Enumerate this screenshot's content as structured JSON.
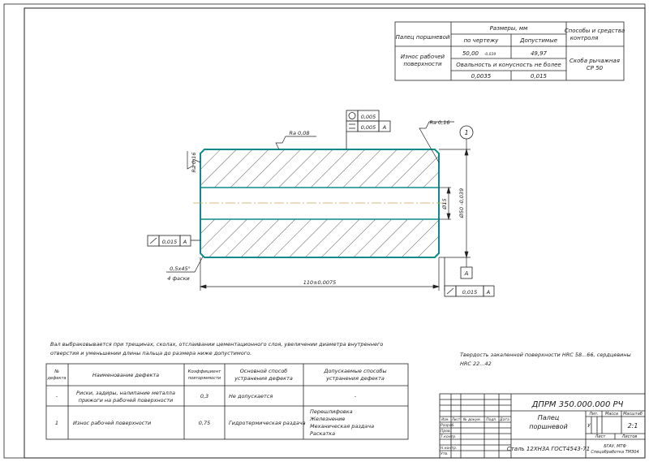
{
  "control_table": {
    "part": "Палец поршневой",
    "sizes_header": "Размеры, мм",
    "col_drawing": "по чертежу",
    "col_allowed": "Допустимые",
    "methods_header": "Способы и средства контроля",
    "row_defect": "Износ рабочей поверхности",
    "nominal": "50,00",
    "nominal_tol": "-0,039",
    "allowed": "49,97",
    "ovality": "Овальность и конусность не более",
    "ovality_drawing": "0,0035",
    "ovality_allowed": "0,015",
    "method": "Скоба рычажная СР 50"
  },
  "drawing": {
    "form_tol": "0,005",
    "parallel_tol": "0,005",
    "parallel_base": "A",
    "rough_top": "Ra 0,08",
    "rough_right": "Ra 0,16",
    "rough_left": "Ra 0,16",
    "bore_label": "Ø15",
    "diameter_label": "Ø50 -0,039",
    "callout": "1",
    "base_letter": "A",
    "runout_left_tol": "0,015",
    "runout_left_base": "A",
    "runout_bottom_tol": "0,015",
    "runout_bottom_base": "A",
    "chamfer": "0,5x45°",
    "chamfer_count": "4 фаски",
    "length": "110±0,0075"
  },
  "notes": {
    "main": "Вал выбраковывается при трещинах, сколах, отслаивании цементационного слоя, увеличении диаметра внутреннего отверстия и уменьшении длины пальца до размера ниже допустимого.",
    "hardness": "Твердость закаленной поверхности HRC 58...66, сердцевины HRC 22...42"
  },
  "defects_table": {
    "headers": [
      "№ дефекта",
      "Наименование дефекта",
      "Коэффициент повторяемости",
      "Основной способ устранения дефекта",
      "Допускаемые способы устранения дефекта"
    ],
    "rows": [
      {
        "num": "-",
        "name": "Риски, задиры, налипание металла прижоги на рабочей поверхности",
        "coef": "0,3",
        "main": "Не допускается",
        "allowed": [
          "-"
        ]
      },
      {
        "num": "1",
        "name": "Износ рабочей поверхности",
        "coef": "0,75",
        "main": "Гидротермическая раздача",
        "allowed": [
          "Перешлифовка",
          "Железнение",
          "Механическая раздача",
          "Раскатка"
        ]
      }
    ]
  },
  "title_block": {
    "code": "ДПРМ 350.000.000 РЧ",
    "name": "Палец поршневой",
    "material": "Сталь 12ХН3А ГОСТ4543-71",
    "lit_label": "Лит.",
    "mass_label": "Масса",
    "scale_label": "Масштаб",
    "scale": "2:1",
    "lit_value": "У",
    "sheet_label": "Лист",
    "sheets_label": "Листов",
    "org": "БГАУ, МТФ Спецобработка ТМЗ04",
    "izm": "Изм.",
    "list": "Лист",
    "doc": "№ докум.",
    "sign": "Подп.",
    "date": "Дата",
    "razrab": "Разраб.",
    "prov": "Пров.",
    "tkontr": "Т.контр.",
    "nkontr": "Н.контр.",
    "utv": "Утв."
  }
}
